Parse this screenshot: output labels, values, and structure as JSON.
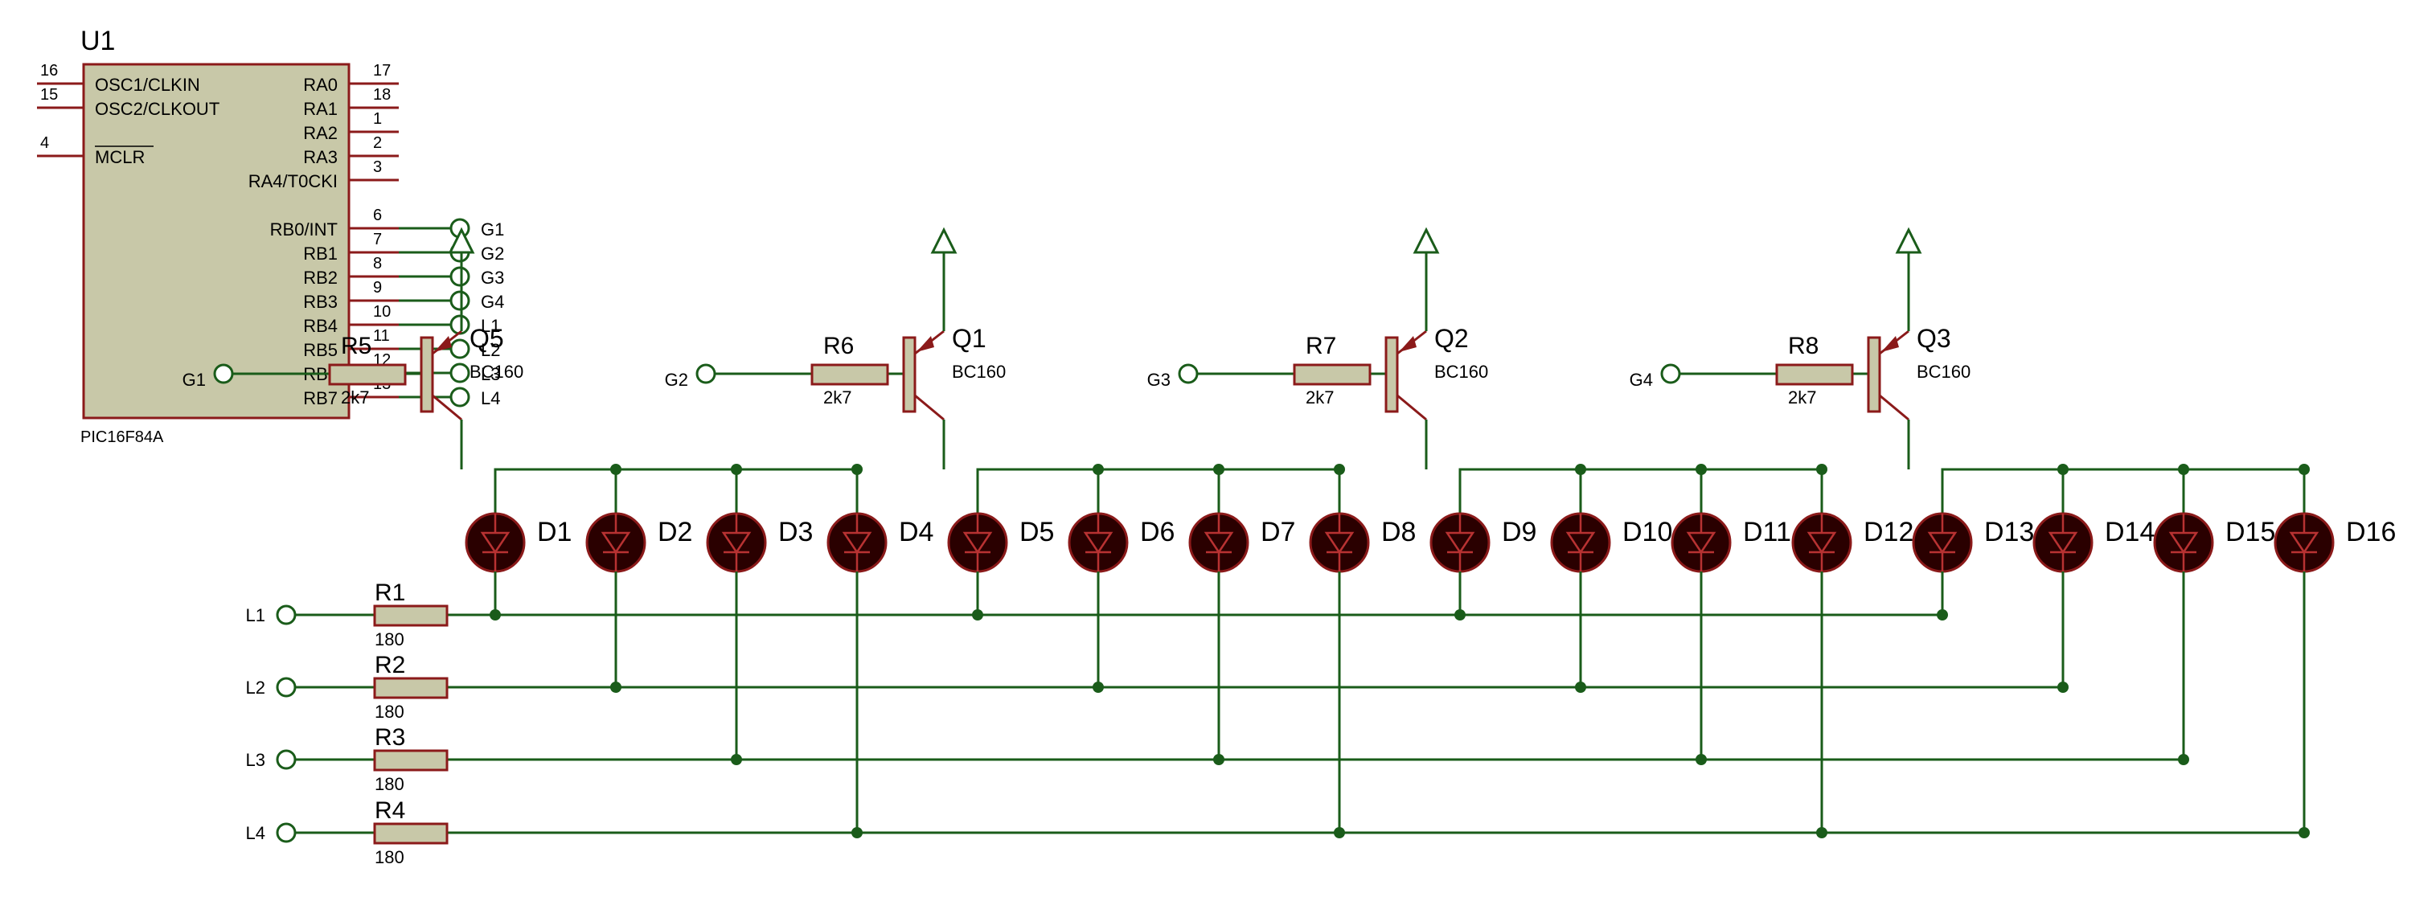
{
  "mcu": {
    "ref": "U1",
    "part": "PIC16F84A",
    "left_pins": [
      {
        "num": "16",
        "label": "OSC1/CLKIN"
      },
      {
        "num": "15",
        "label": "OSC2/CLKOUT"
      },
      {
        "num": "4",
        "label": "MCLR"
      }
    ],
    "right_pins": [
      {
        "num": "17",
        "label": "RA0"
      },
      {
        "num": "18",
        "label": "RA1"
      },
      {
        "num": "1",
        "label": "RA2"
      },
      {
        "num": "2",
        "label": "RA3"
      },
      {
        "num": "3",
        "label": "RA4/T0CKI"
      },
      {
        "num": "6",
        "label": "RB0/INT",
        "net": "G1"
      },
      {
        "num": "7",
        "label": "RB1",
        "net": "G2"
      },
      {
        "num": "8",
        "label": "RB2",
        "net": "G3"
      },
      {
        "num": "9",
        "label": "RB3",
        "net": "G4"
      },
      {
        "num": "10",
        "label": "RB4",
        "net": "L1"
      },
      {
        "num": "11",
        "label": "RB5",
        "net": "L2"
      },
      {
        "num": "12",
        "label": "RB6",
        "net": "L3"
      },
      {
        "num": "13",
        "label": "RB7",
        "net": "L4"
      }
    ]
  },
  "transistors": [
    {
      "ref": "Q5",
      "part": "BC160",
      "net": "G1",
      "resistor": "R5",
      "value": "2k7"
    },
    {
      "ref": "Q1",
      "part": "BC160",
      "net": "G2",
      "resistor": "R6",
      "value": "2k7"
    },
    {
      "ref": "Q2",
      "part": "BC160",
      "net": "G3",
      "resistor": "R7",
      "value": "2k7"
    },
    {
      "ref": "Q3",
      "part": "BC160",
      "net": "G4",
      "resistor": "R8",
      "value": "2k7"
    }
  ],
  "leds": [
    "D1",
    "D2",
    "D3",
    "D4",
    "D5",
    "D6",
    "D7",
    "D8",
    "D9",
    "D10",
    "D11",
    "D12",
    "D13",
    "D14",
    "D15",
    "D16"
  ],
  "rows": [
    {
      "net": "L1",
      "resistor": "R1",
      "value": "180"
    },
    {
      "net": "L2",
      "resistor": "R2",
      "value": "180"
    },
    {
      "net": "L3",
      "resistor": "R3",
      "value": "180"
    },
    {
      "net": "L4",
      "resistor": "R4",
      "value": "180"
    }
  ],
  "colors": {
    "wire": "#1a5c1a",
    "pin": "#8b1a1a",
    "body": "#c8c8a8",
    "led": "#2a0000"
  }
}
